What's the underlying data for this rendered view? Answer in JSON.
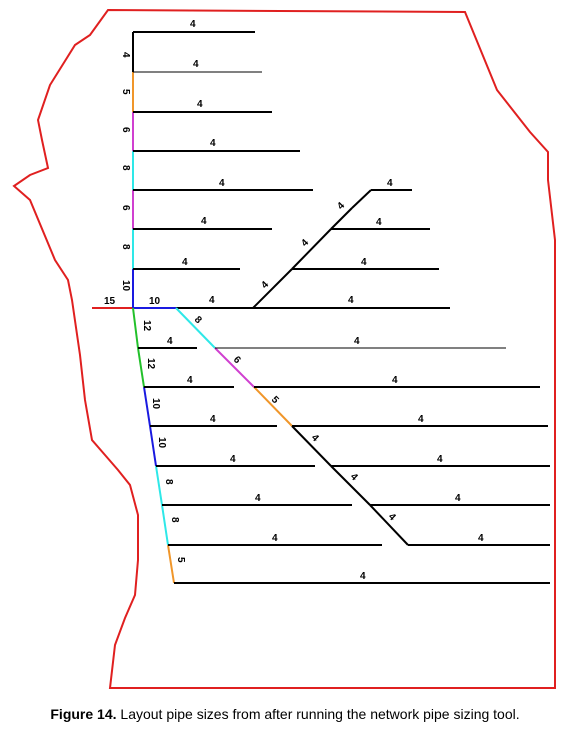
{
  "caption": {
    "label": "Figure 14.",
    "text": "Layout pipe sizes from after running the network pipe sizing tool."
  },
  "colors": {
    "boundary": "#e02020",
    "pipe": "#000000",
    "size_15": "#e02020",
    "size_12": "#22c02a",
    "size_10": "#1a1ae0",
    "size_8": "#2ee8e8",
    "size_6": "#d040d0",
    "size_5": "#f0962a",
    "size_4": "#000000"
  },
  "main_line": {
    "segments": [
      {
        "size": "4"
      },
      {
        "size": "5"
      },
      {
        "size": "6"
      },
      {
        "size": "8"
      },
      {
        "size": "6"
      },
      {
        "size": "8"
      },
      {
        "size": "10"
      },
      {
        "size": "12"
      },
      {
        "size": "12"
      },
      {
        "size": "10"
      },
      {
        "size": "10"
      },
      {
        "size": "8"
      },
      {
        "size": "8"
      },
      {
        "size": "5"
      }
    ]
  },
  "inlet": {
    "size": "15",
    "header_size": "10"
  },
  "branch_labels": [
    "4",
    "4",
    "4",
    "4",
    "4",
    "4",
    "4",
    "4",
    "4",
    "4",
    "4",
    "4",
    "4",
    "4"
  ],
  "diagonal_upper": {
    "segments": [
      "4",
      "4",
      "4",
      "4"
    ],
    "laterals": [
      "4",
      "4",
      "4",
      "4"
    ]
  },
  "diagonal_lower": {
    "segments": [
      "8",
      "6",
      "5",
      "4",
      "4",
      "4"
    ],
    "laterals": [
      "4",
      "4",
      "4",
      "4",
      "4",
      "4"
    ]
  }
}
